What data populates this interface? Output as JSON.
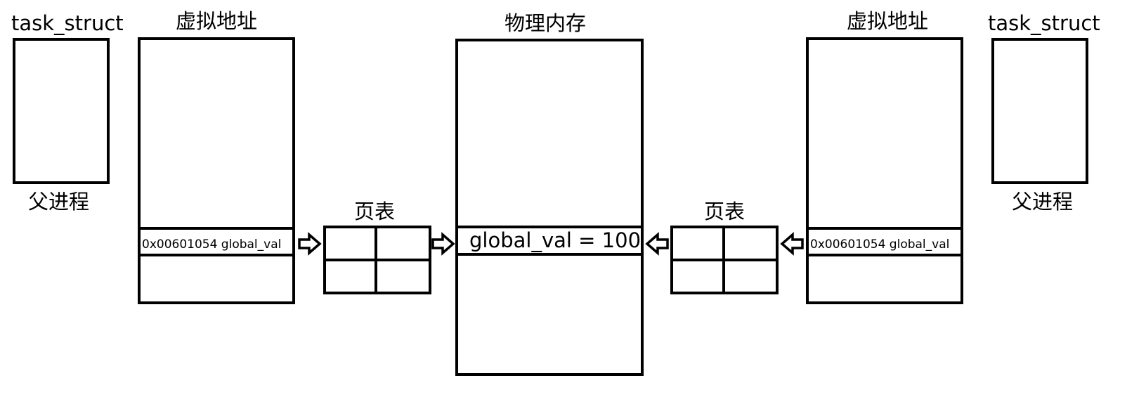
{
  "left_process": {
    "task_struct_label": "task_struct",
    "process_label": "父进程",
    "virtual_addr_title": "虚拟地址",
    "address_entry": "0x00601054 global_val"
  },
  "left_page_table": {
    "title": "页表"
  },
  "physical_memory": {
    "title": "物理内存",
    "entry": "global_val = 100"
  },
  "right_page_table": {
    "title": "页表"
  },
  "right_process": {
    "task_struct_label": "task_struct",
    "process_label": "父进程",
    "virtual_addr_title": "虚拟地址",
    "address_entry": "0x00601054 global_val"
  },
  "icons": {
    "arrow": "hollow-block-arrow"
  }
}
